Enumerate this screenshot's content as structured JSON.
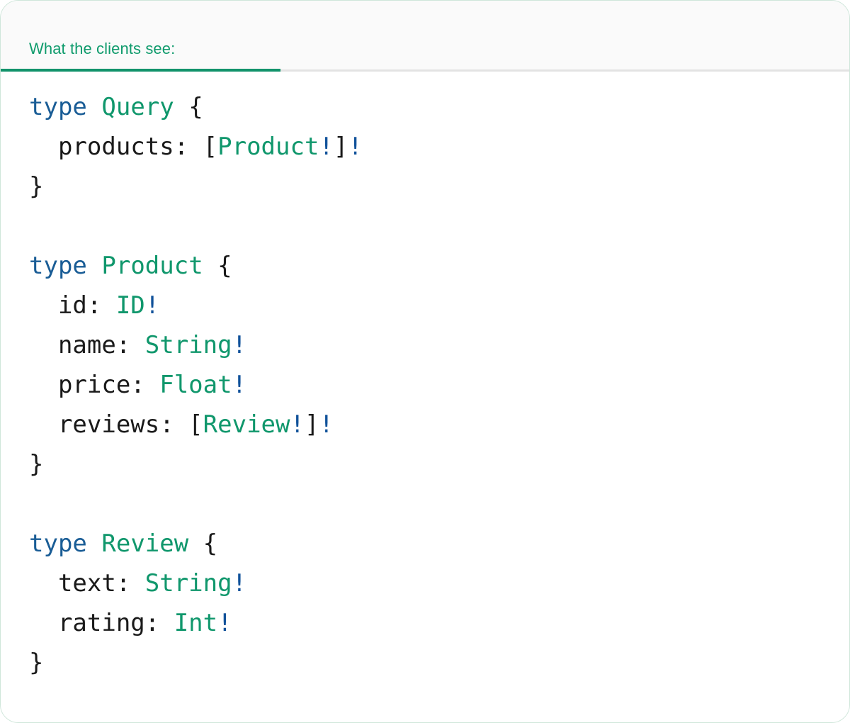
{
  "card": {
    "accent_color": "#12936b",
    "border_color": "#cfe6da",
    "header_bg": "#fafafa",
    "body_bg": "#ffffff"
  },
  "tabs": [
    {
      "label": "What the clients see:",
      "active": true
    }
  ],
  "code": {
    "language": "graphql",
    "colors": {
      "keyword": "#1a5d96",
      "type": "#10976c",
      "field": "#1a1a1a",
      "punctuation": "#1a1a1a",
      "non_null_bang": "#11529a"
    },
    "text": "type Query {\n  products: [Product!]!\n}\n\ntype Product {\n  id: ID!\n  name: String!\n  price: Float!\n  reviews: [Review!]!\n}\n\ntype Review {\n  text: String!\n  rating: Int!\n}",
    "lines": [
      {
        "tokens": [
          {
            "t": "type",
            "c": "kw"
          },
          {
            "t": " ",
            "c": "punc"
          },
          {
            "t": "Query",
            "c": "type"
          },
          {
            "t": " {",
            "c": "punc"
          }
        ]
      },
      {
        "tokens": [
          {
            "t": "  products: ",
            "c": "field"
          },
          {
            "t": "[",
            "c": "punc"
          },
          {
            "t": "Product",
            "c": "type"
          },
          {
            "t": "!",
            "c": "bang"
          },
          {
            "t": "]",
            "c": "punc"
          },
          {
            "t": "!",
            "c": "bang"
          }
        ]
      },
      {
        "tokens": [
          {
            "t": "}",
            "c": "punc"
          }
        ]
      },
      {
        "tokens": []
      },
      {
        "tokens": [
          {
            "t": "type",
            "c": "kw"
          },
          {
            "t": " ",
            "c": "punc"
          },
          {
            "t": "Product",
            "c": "type"
          },
          {
            "t": " {",
            "c": "punc"
          }
        ]
      },
      {
        "tokens": [
          {
            "t": "  id: ",
            "c": "field"
          },
          {
            "t": "ID",
            "c": "type"
          },
          {
            "t": "!",
            "c": "bang"
          }
        ]
      },
      {
        "tokens": [
          {
            "t": "  name: ",
            "c": "field"
          },
          {
            "t": "String",
            "c": "type"
          },
          {
            "t": "!",
            "c": "bang"
          }
        ]
      },
      {
        "tokens": [
          {
            "t": "  price: ",
            "c": "field"
          },
          {
            "t": "Float",
            "c": "type"
          },
          {
            "t": "!",
            "c": "bang"
          }
        ]
      },
      {
        "tokens": [
          {
            "t": "  reviews: ",
            "c": "field"
          },
          {
            "t": "[",
            "c": "punc"
          },
          {
            "t": "Review",
            "c": "type"
          },
          {
            "t": "!",
            "c": "bang"
          },
          {
            "t": "]",
            "c": "punc"
          },
          {
            "t": "!",
            "c": "bang"
          }
        ]
      },
      {
        "tokens": [
          {
            "t": "}",
            "c": "punc"
          }
        ]
      },
      {
        "tokens": []
      },
      {
        "tokens": [
          {
            "t": "type",
            "c": "kw"
          },
          {
            "t": " ",
            "c": "punc"
          },
          {
            "t": "Review",
            "c": "type"
          },
          {
            "t": " {",
            "c": "punc"
          }
        ]
      },
      {
        "tokens": [
          {
            "t": "  text: ",
            "c": "field"
          },
          {
            "t": "String",
            "c": "type"
          },
          {
            "t": "!",
            "c": "bang"
          }
        ]
      },
      {
        "tokens": [
          {
            "t": "  rating: ",
            "c": "field"
          },
          {
            "t": "Int",
            "c": "type"
          },
          {
            "t": "!",
            "c": "bang"
          }
        ]
      },
      {
        "tokens": [
          {
            "t": "}",
            "c": "punc"
          }
        ]
      }
    ]
  }
}
